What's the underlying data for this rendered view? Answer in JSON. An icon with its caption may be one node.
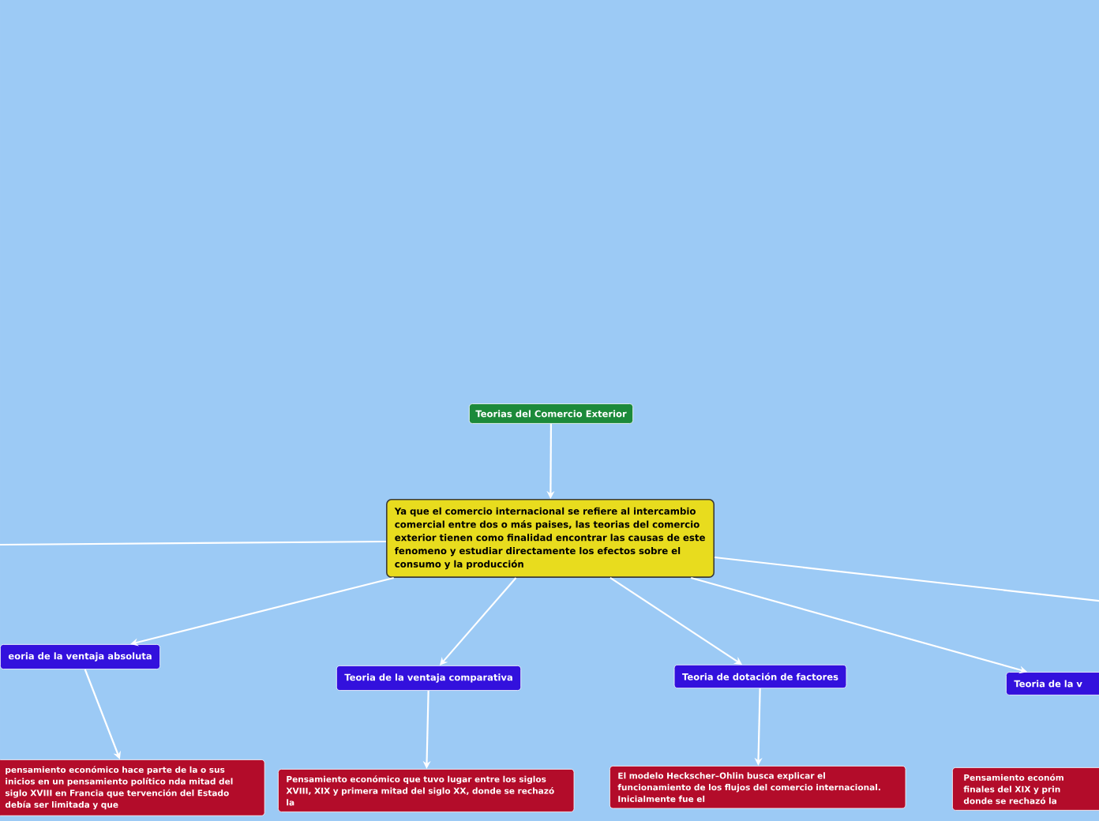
{
  "diagram": {
    "nodes": [
      {
        "text": [
          "Teorias del Comercio Exterior"
        ]
      },
      {
        "text": [
          "Ya que el comercio internacional se refiere al intercambio comercial entre dos o más paises, las teorias del comercio exterior tienen como finalidad encontrar las causas de este fenomeno y estudiar directamente los efectos sobre el consumo y la producción"
        ]
      },
      {
        "text": [
          "eoria de la ventaja absoluta"
        ]
      },
      {
        "text": [
          "pensamiento económico hace parte de la o sus inicios en un pensamiento político nda mitad del siglo XVIII en Francia que tervención del Estado debía ser limitada y que"
        ]
      },
      {
        "text": [
          "Teoria de la ventaja comparativa"
        ]
      },
      {
        "text": [
          "Pensamiento económico que tuvo lugar entre los siglos XVIII, XIX y primera mitad del siglo XX, donde se rechazó la"
        ]
      },
      {
        "text": [
          "Teoria de dotación de factores"
        ]
      },
      {
        "text": [
          "El modelo Heckscher–Ohlin busca explicar el funcionamiento de los flujos del comercio internacional. Inicialmente fue el"
        ]
      },
      {
        "text": [
          "Teoria de la v"
        ]
      },
      {
        "text": [
          "Pensamiento económ finales del XIX y prin donde se rechazó la"
        ]
      }
    ],
    "edges": [
      {
        "from": 0,
        "to": 1,
        "arrow": "to"
      },
      {
        "from": 1,
        "to": null,
        "arrow": "none"
      },
      {
        "from": 1,
        "to": 2,
        "arrow": "to"
      },
      {
        "from": 1,
        "to": 4,
        "arrow": "to"
      },
      {
        "from": 1,
        "to": 6,
        "arrow": "to"
      },
      {
        "from": 1,
        "to": 8,
        "arrow": "to"
      },
      {
        "from": 1,
        "to": null,
        "arrow": "none"
      },
      {
        "from": 2,
        "to": 3,
        "arrow": "to"
      },
      {
        "from": 4,
        "to": 5,
        "arrow": "to"
      },
      {
        "from": 6,
        "to": 7,
        "arrow": "to"
      }
    ]
  }
}
